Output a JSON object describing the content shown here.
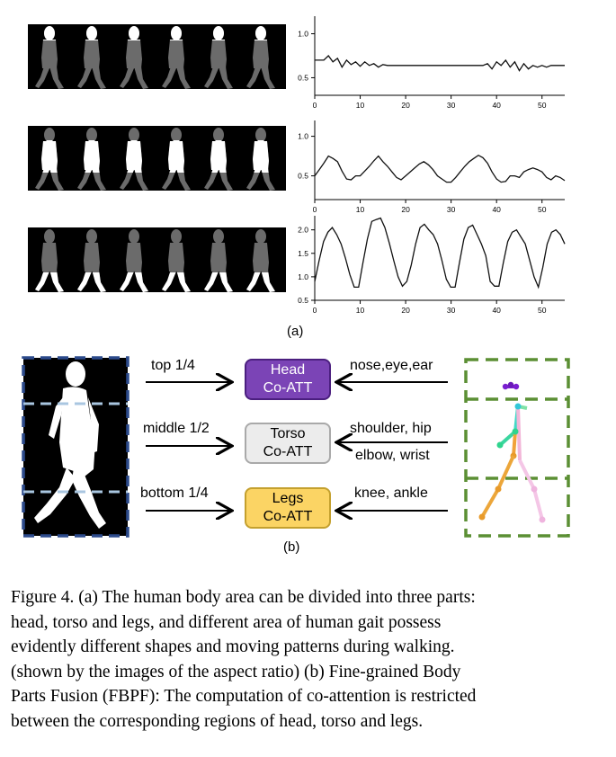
{
  "figure_a": {
    "label": "(a)",
    "plots": [
      {
        "yticks": [
          "1.0",
          "0.5"
        ],
        "xticks": [
          "0",
          "10",
          "20",
          "30",
          "40",
          "50"
        ],
        "ylim": [
          0.3,
          1.2
        ],
        "values": [
          0.7,
          0.7,
          0.7,
          0.75,
          0.68,
          0.72,
          0.62,
          0.7,
          0.65,
          0.68,
          0.63,
          0.68,
          0.64,
          0.66,
          0.62,
          0.65,
          0.64,
          0.64,
          0.64,
          0.64,
          0.64,
          0.64,
          0.64,
          0.64,
          0.64,
          0.64,
          0.64,
          0.64,
          0.64,
          0.64,
          0.64,
          0.64,
          0.64,
          0.64,
          0.64,
          0.64,
          0.64,
          0.64,
          0.66,
          0.6,
          0.68,
          0.64,
          0.7,
          0.62,
          0.68,
          0.58,
          0.66,
          0.6,
          0.64,
          0.62,
          0.64,
          0.62,
          0.64,
          0.64,
          0.64,
          0.64
        ]
      },
      {
        "yticks": [
          "1.0",
          "0.5"
        ],
        "xticks": [
          "0",
          "10",
          "20",
          "30",
          "40",
          "50"
        ],
        "ylim": [
          0.2,
          1.2
        ],
        "values": [
          0.5,
          0.58,
          0.66,
          0.75,
          0.72,
          0.68,
          0.56,
          0.46,
          0.45,
          0.5,
          0.5,
          0.56,
          0.62,
          0.69,
          0.75,
          0.68,
          0.62,
          0.55,
          0.48,
          0.45,
          0.5,
          0.55,
          0.6,
          0.65,
          0.68,
          0.64,
          0.58,
          0.5,
          0.46,
          0.42,
          0.42,
          0.48,
          0.55,
          0.62,
          0.68,
          0.72,
          0.76,
          0.73,
          0.66,
          0.55,
          0.46,
          0.42,
          0.43,
          0.5,
          0.5,
          0.48,
          0.55,
          0.58,
          0.6,
          0.58,
          0.55,
          0.48,
          0.45,
          0.5,
          0.48,
          0.44
        ]
      },
      {
        "yticks": [
          "2.0",
          "1.5",
          "1.0",
          "0.5"
        ],
        "xticks": [
          "0",
          "10",
          "20",
          "30",
          "40",
          "50"
        ],
        "ylim": [
          0.5,
          2.3
        ],
        "values": [
          0.9,
          1.35,
          1.75,
          1.95,
          2.05,
          1.9,
          1.7,
          1.4,
          1.05,
          0.78,
          0.78,
          1.3,
          1.8,
          2.18,
          2.22,
          2.25,
          2.05,
          1.72,
          1.35,
          1.0,
          0.8,
          0.9,
          1.25,
          1.7,
          2.05,
          2.12,
          2.0,
          1.9,
          1.7,
          1.35,
          0.95,
          0.78,
          0.78,
          1.3,
          1.8,
          2.05,
          2.1,
          1.9,
          1.7,
          1.45,
          0.9,
          0.8,
          0.8,
          1.3,
          1.75,
          1.95,
          2.0,
          1.85,
          1.7,
          1.35,
          1.0,
          0.78,
          1.2,
          1.7,
          1.95,
          2.0,
          1.9,
          1.7
        ]
      }
    ]
  },
  "figure_b": {
    "label": "(b)",
    "left_labels": [
      "top 1/4",
      "middle 1/2",
      "bottom 1/4"
    ],
    "right_labels": {
      "head": "nose,eye,ear",
      "torso_top": "shoulder, hip",
      "torso_bottom": "elbow, wrist",
      "legs": "knee, ankle"
    },
    "boxes": [
      {
        "line1": "Head",
        "line2": "Co-ATT",
        "fill": "#7b44b6",
        "border": "#4b1f7f",
        "text_color": "#ffffff"
      },
      {
        "line1": "Torso",
        "line2": "Co-ATT",
        "fill": "#ececec",
        "border": "#a9a9a9",
        "text_color": "#000000"
      },
      {
        "line1": "Legs",
        "line2": "Co-ATT",
        "fill": "#fbd464",
        "border": "#c4a02e",
        "text_color": "#000000"
      }
    ],
    "colors": {
      "silhouette_frame": "#2c4a8b",
      "silhouette_split": "#a9c6e0",
      "pose_frame": "#5b8f34"
    }
  },
  "caption": {
    "lines": [
      "Figure 4. (a) The human body area can be divided into three parts:",
      "head, torso and legs, and different area of human gait possess",
      "evidently different shapes and moving patterns during walking.",
      "(shown by the images of the aspect ratio) (b) Fine-grained Body",
      "Parts Fusion (FBPF): The computation of co-attention is restricted",
      "between the corresponding regions of head, torso and legs."
    ]
  }
}
